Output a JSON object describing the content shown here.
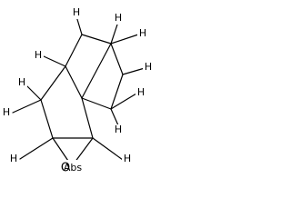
{
  "molecule": {
    "atoms": {
      "hydrogen": "H",
      "oxygen": "O",
      "stereo_abs": "Abs"
    }
  }
}
